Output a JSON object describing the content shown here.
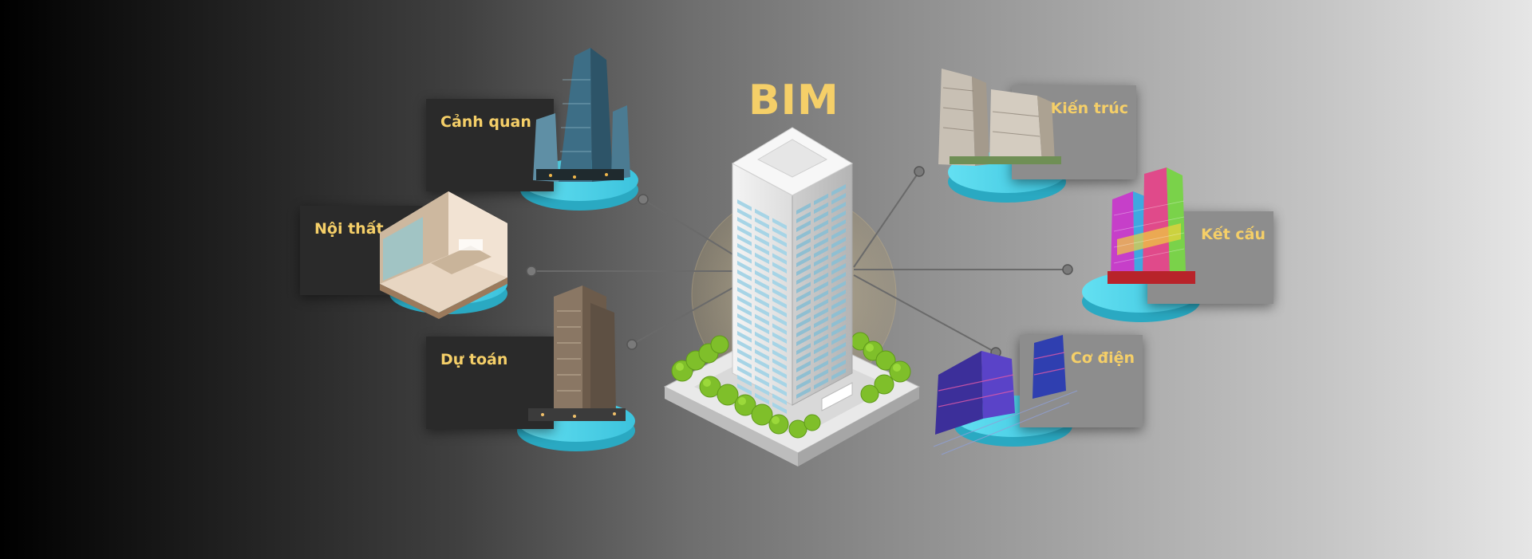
{
  "title": "BIM",
  "colors": {
    "accent": "#f5cf68",
    "disc": "#4fd3ea",
    "panel_dark": "#2a2a2a",
    "panel_light": "#8d8d8d"
  },
  "nodes_left": [
    {
      "label": "Cảnh quan"
    },
    {
      "label": "Nội thất"
    },
    {
      "label": "Dự toán"
    }
  ],
  "nodes_right": [
    {
      "label": "Kiến trúc"
    },
    {
      "label": "Kết cấu"
    },
    {
      "label": "Cơ điện"
    }
  ]
}
